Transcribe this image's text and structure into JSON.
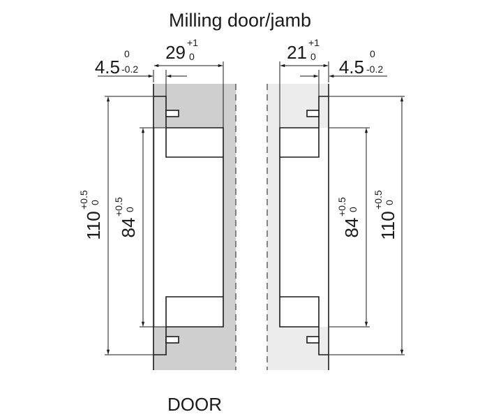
{
  "title": "Milling door/jamb",
  "door_label": "DOOR",
  "colors": {
    "door_fill": "#cfcfcf",
    "jamb_fill": "#ececec",
    "line": "#1a1a1a"
  },
  "dimensions": {
    "left_offset": {
      "value": "4.5",
      "upper": "0",
      "lower": "-0.2"
    },
    "door_depth": {
      "value": "29",
      "upper": "+1",
      "lower": "0"
    },
    "jamb_depth": {
      "value": "21",
      "upper": "+1",
      "lower": "0"
    },
    "right_offset": {
      "value": "4.5",
      "upper": "0",
      "lower": "-0.2"
    },
    "left_outer_height": {
      "value": "110",
      "upper": "+0.5",
      "lower": "0"
    },
    "left_inner_height": {
      "value": "84",
      "upper": "+0.5",
      "lower": "0"
    },
    "right_inner_height": {
      "value": "84",
      "upper": "+0.5",
      "lower": "0"
    },
    "right_outer_height": {
      "value": "110",
      "upper": "+0.5",
      "lower": "0"
    }
  }
}
